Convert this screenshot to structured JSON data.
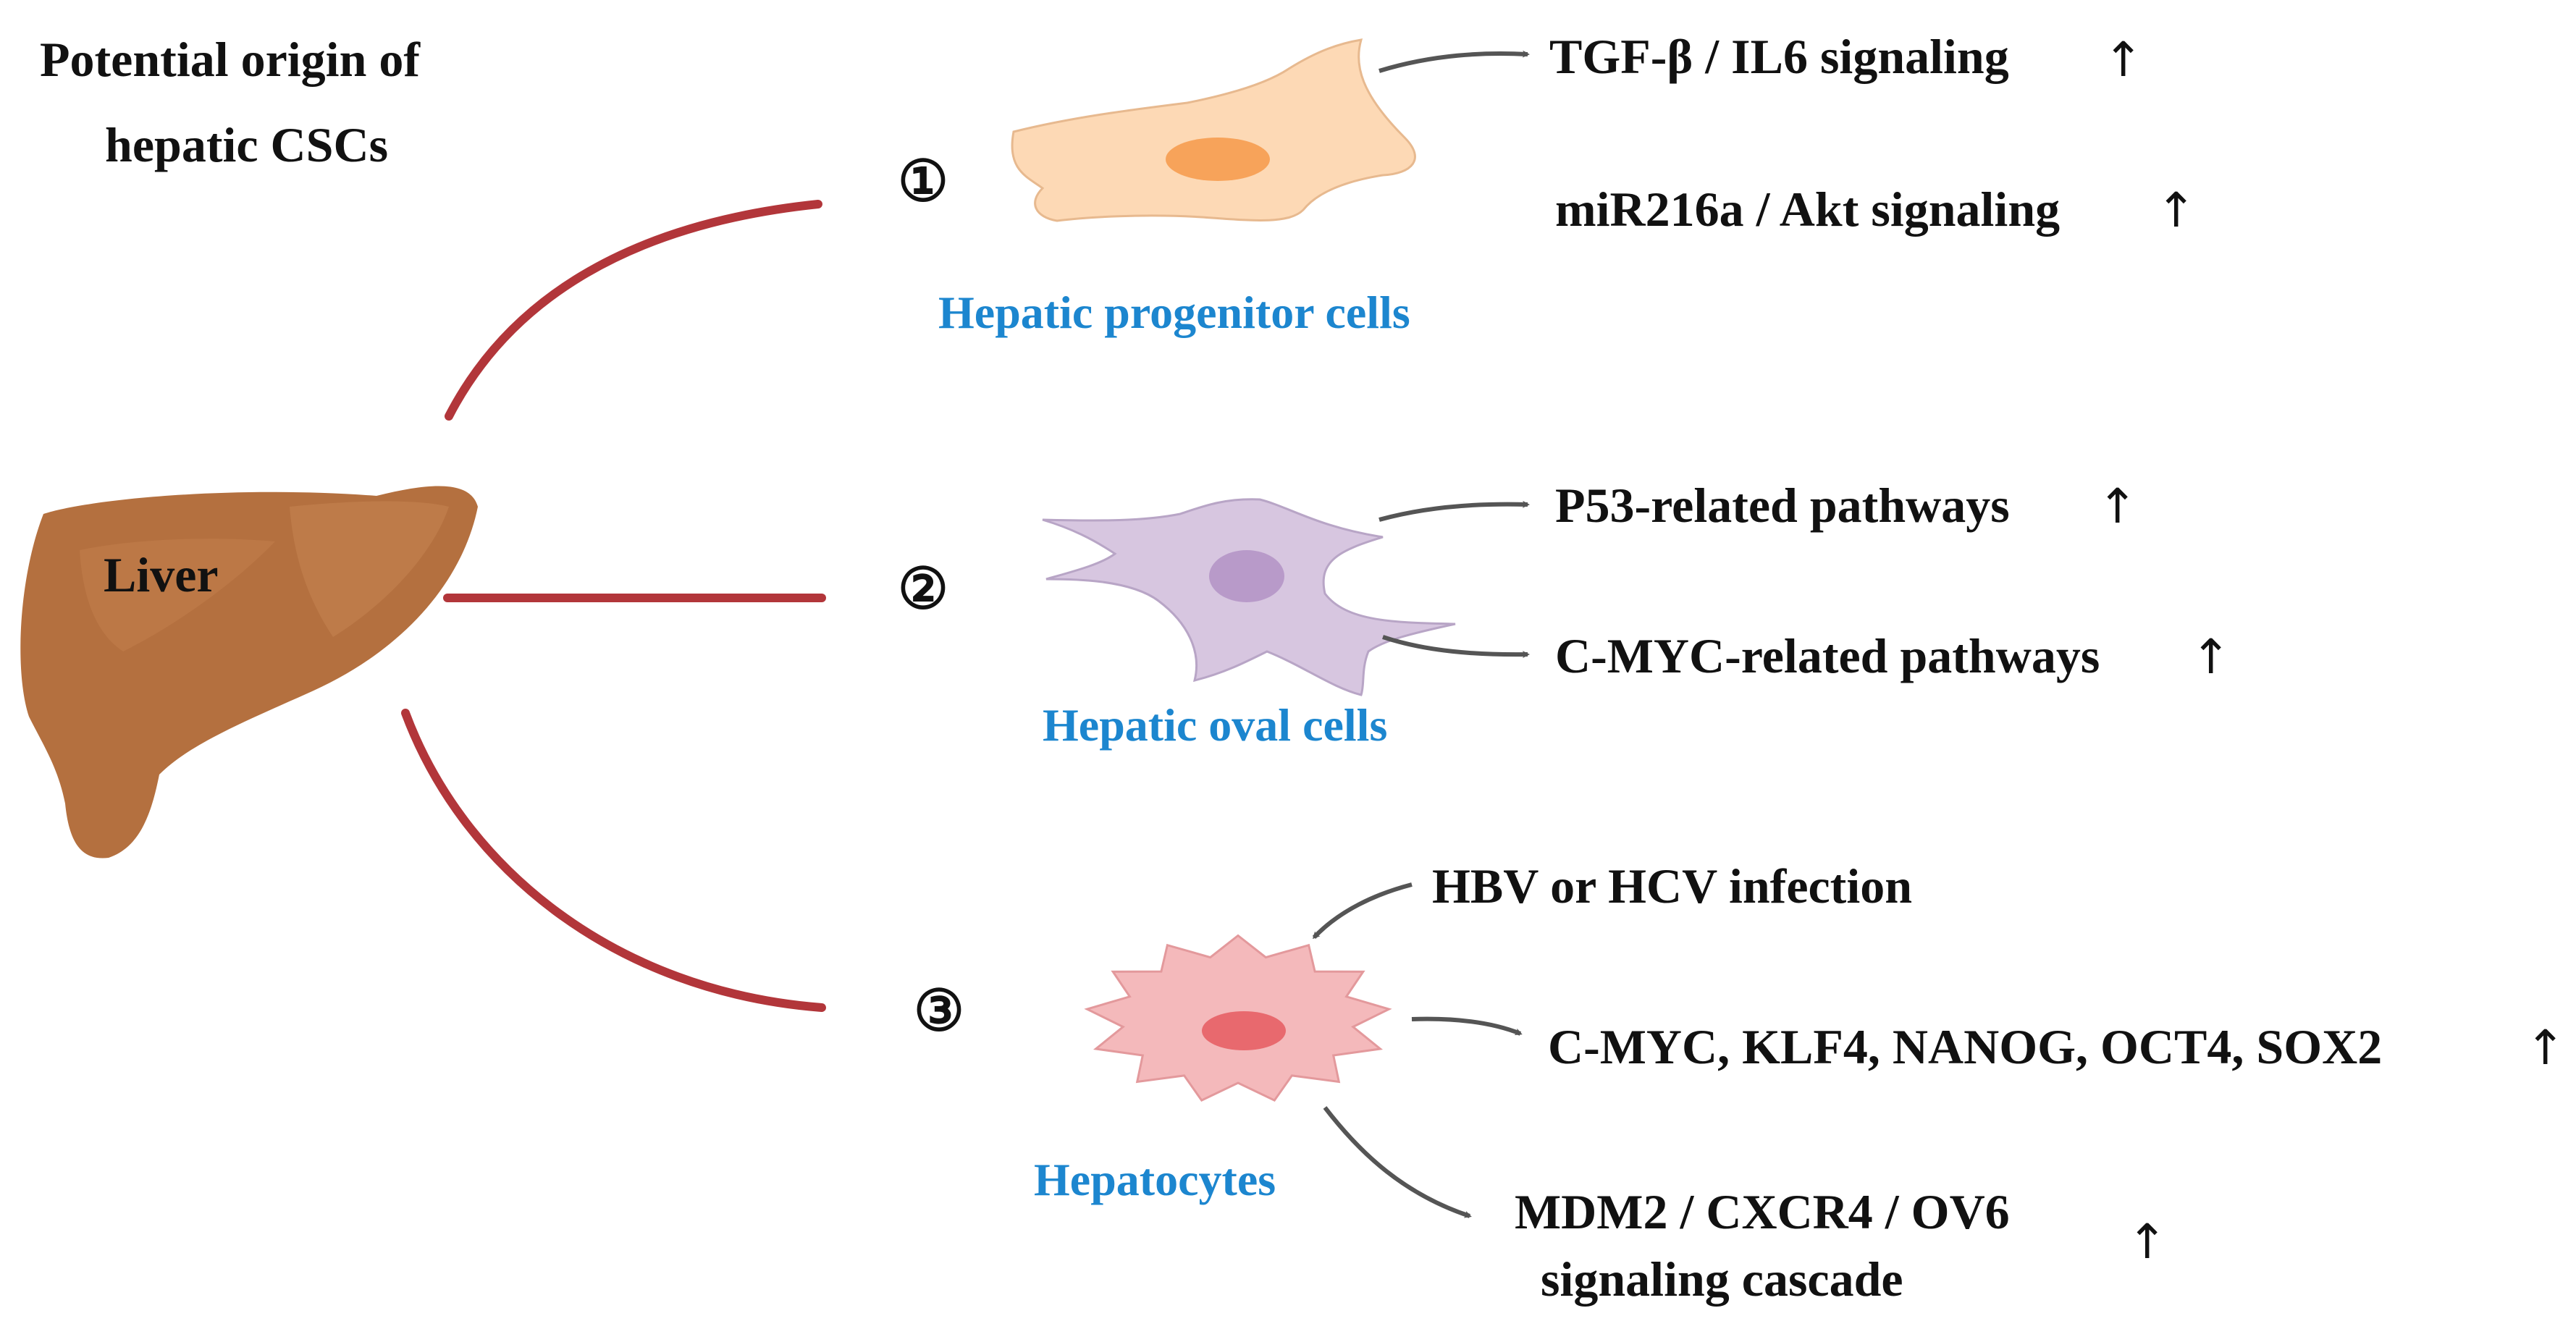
{
  "title": "Potential origin of hepatic CSCs",
  "title_lines": [
    "Potential origin of",
    "hepatic CSCs"
  ],
  "organ": {
    "label": "Liver",
    "color": "#b4703f"
  },
  "arrow_color": "#b2363a",
  "connector_color": "#555555",
  "up_symbol": "↑",
  "origins": [
    {
      "number": "①",
      "cell_label": "Hepatic progenitor cells",
      "cell_color": "#fdd9b5",
      "nucleus_color": "#f7a35a",
      "pathways": [
        {
          "text": "TGF-β / IL6 signaling",
          "up": true
        },
        {
          "text": "miR216a / Akt signaling",
          "up": true
        }
      ]
    },
    {
      "number": "②",
      "cell_label": "Hepatic oval cells",
      "cell_color": "#d7c6e0",
      "nucleus_color": "#b89ac9",
      "pathways": [
        {
          "text": "P53-related pathways",
          "up": true
        },
        {
          "text": "C-MYC-related pathways",
          "up": true
        }
      ]
    },
    {
      "number": "③",
      "cell_label": "Hepatocytes",
      "cell_color": "#f4b9bb",
      "nucleus_color": "#e8696e",
      "trigger": "HBV or HCV infection",
      "pathways": [
        {
          "text": "C-MYC, KLF4, NANOG, OCT4, SOX2",
          "up": true
        },
        {
          "text_lines": [
            "MDM2 / CXCR4 / OV6",
            "signaling cascade"
          ],
          "up": true
        }
      ]
    }
  ]
}
